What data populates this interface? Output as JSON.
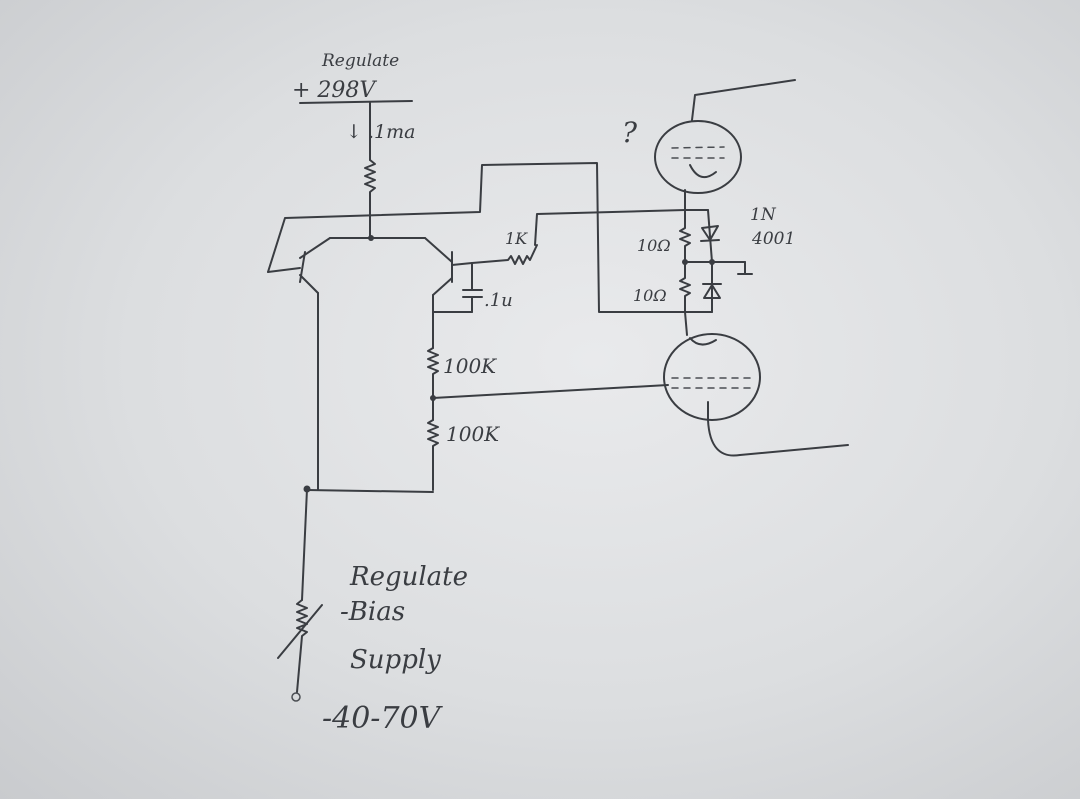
{
  "top_supply": {
    "title": "Regulate",
    "voltage": "+ 298V",
    "current": "↓ .1ma"
  },
  "resistor_1k": "1K",
  "capacitor": ".1u",
  "r_upper": "100K",
  "r_lower": "100K",
  "r_10_top": "10Ω",
  "r_10_bottom": "10Ω",
  "diode_part_line1": "1N",
  "diode_part_line2": "4001",
  "tube_question": "?",
  "bias_supply": {
    "line1": "Regulate",
    "line2": "-Bias",
    "line3": "Supply",
    "line4": "-40-70V"
  }
}
